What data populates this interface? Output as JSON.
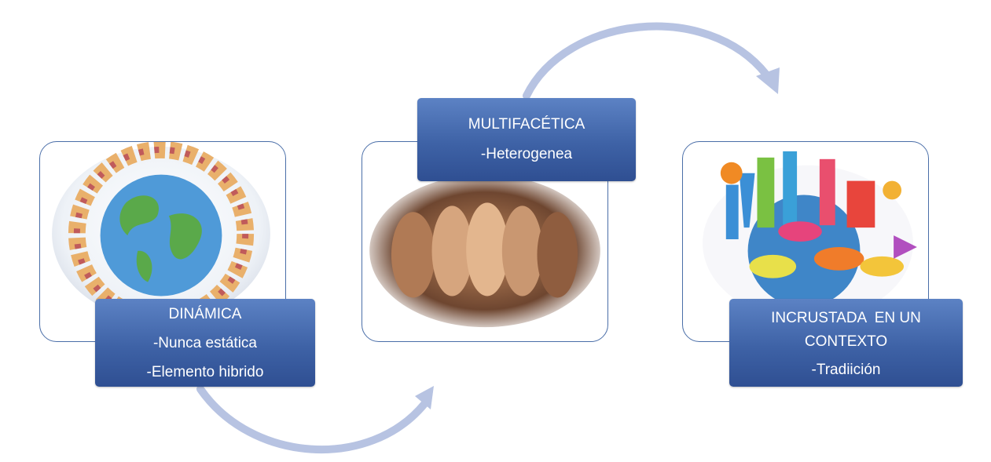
{
  "steps": [
    {
      "image": "children-around-globe-illustration",
      "title": "DINÁMICA",
      "lines": [
        "-Nunca estática",
        "-Elemento hibrido"
      ]
    },
    {
      "image": "diverse-faces-illustration",
      "title": "MULTIFACÉTICA",
      "lines": [
        "-Heterogenea"
      ]
    },
    {
      "image": "world-landmarks-and-speech-bubbles-illustration",
      "title_lines": [
        "INCRUSTADA  EN UN",
        "CONTEXTO"
      ],
      "lines": [
        "-Tradiición"
      ]
    }
  ],
  "colors": {
    "box_fill": "#3e62a6",
    "frame_border": "#4a6ea8",
    "arrow": "#b7c3e2",
    "label_text": "#ffffff"
  },
  "icons": [
    "curved-arrow-icon",
    "curved-arrow-icon"
  ]
}
